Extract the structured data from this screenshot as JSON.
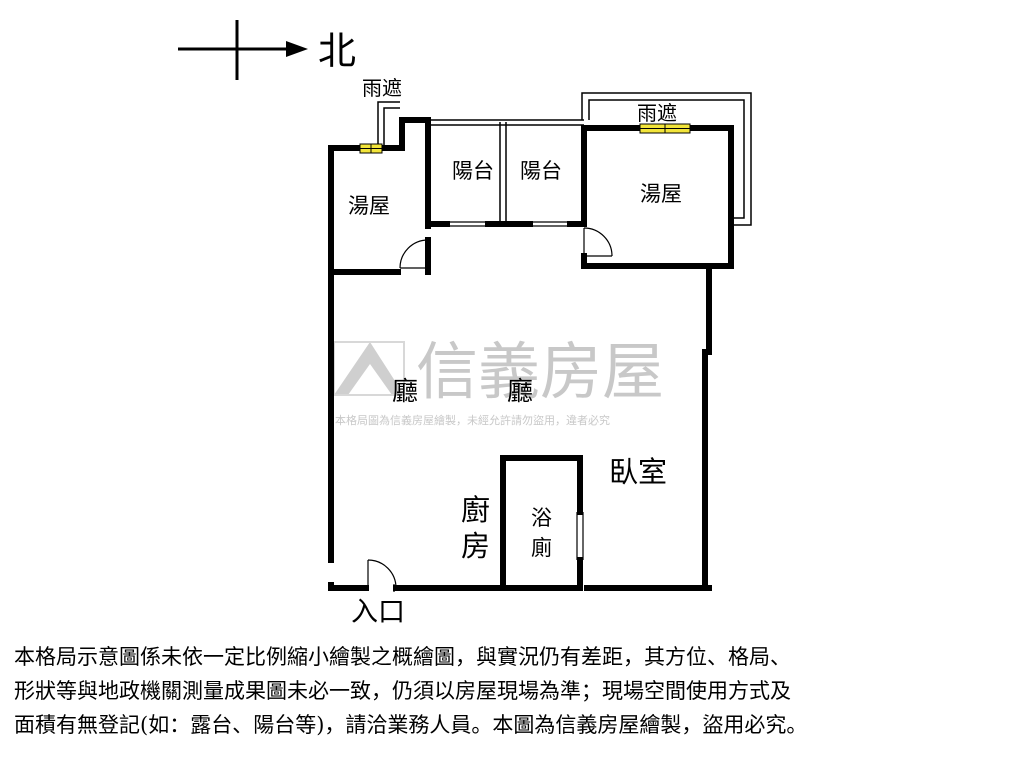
{
  "compass": {
    "direction": "北"
  },
  "rooms": {
    "canopy_left": "雨遮",
    "canopy_right": "雨遮",
    "bath_left": "湯屋",
    "balcony_1": "陽台",
    "balcony_2": "陽台",
    "bath_right": "湯屋",
    "hall_1": "廳",
    "hall_2": "廳",
    "bedroom": "臥室",
    "kitchen_1": "廚",
    "kitchen_2": "房",
    "toilet_1": "浴",
    "toilet_2": "廁",
    "entrance": "入口"
  },
  "watermark": {
    "brand": "信義房屋",
    "notice": "本格局圖為信義房屋繪製，未經允許請勿盜用，違者必究"
  },
  "disclaimer": {
    "line1": "本格局示意圖係未依一定比例縮小繪製之概繪圖，與實況仍有差距，其方位、格局、",
    "line2": "形狀等與地政機關測量成果圖未必一致，仍須以房屋現場為準；現場空間使用方式及",
    "line3": "面積有無登記(如：露台、陽台等)，請洽業務人員。本圖為信義房屋繪製，盜用必究。"
  },
  "colors": {
    "wall": "#000000",
    "window": "#f2e43a",
    "watermark": "#c8c8c8"
  }
}
